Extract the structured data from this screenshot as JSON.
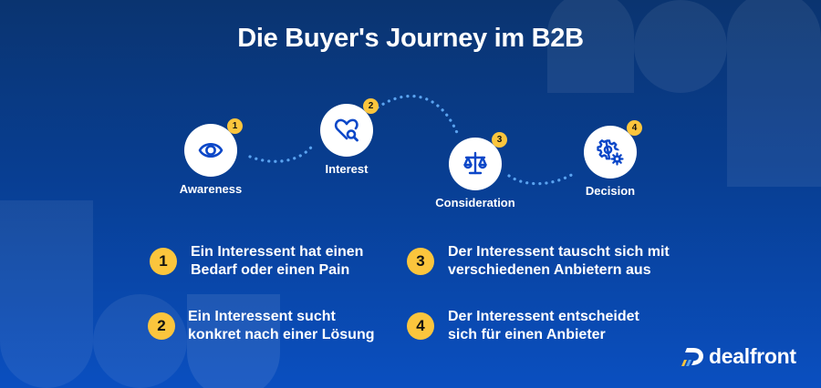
{
  "title": "Die Buyer's Journey im B2B",
  "colors": {
    "background_top": "#0a3470",
    "background_bottom": "#0a4fc0",
    "icon_blue": "#0b47c8",
    "badge_yellow": "#fbc53d",
    "dot_blue": "#5aa3f0"
  },
  "steps": [
    {
      "number": "1",
      "label": "Awareness",
      "icon": "eye-icon"
    },
    {
      "number": "2",
      "label": "Interest",
      "icon": "heart-search-icon"
    },
    {
      "number": "3",
      "label": "Consideration",
      "icon": "scale-icon"
    },
    {
      "number": "4",
      "label": "Decision",
      "icon": "gears-icon"
    }
  ],
  "items": [
    {
      "number": "1",
      "text": "Ein Interessent hat einen\nBedarf oder einen Pain"
    },
    {
      "number": "2",
      "text": "Ein Interessent sucht\nkonkret nach einer Lösung"
    },
    {
      "number": "3",
      "text": "Der Interessent tauscht sich mit\nverschiedenen Anbietern aus"
    },
    {
      "number": "4",
      "text": "Der Interessent entscheidet\nsich für einen Anbieter"
    }
  ],
  "brand": {
    "name": "dealfront"
  }
}
